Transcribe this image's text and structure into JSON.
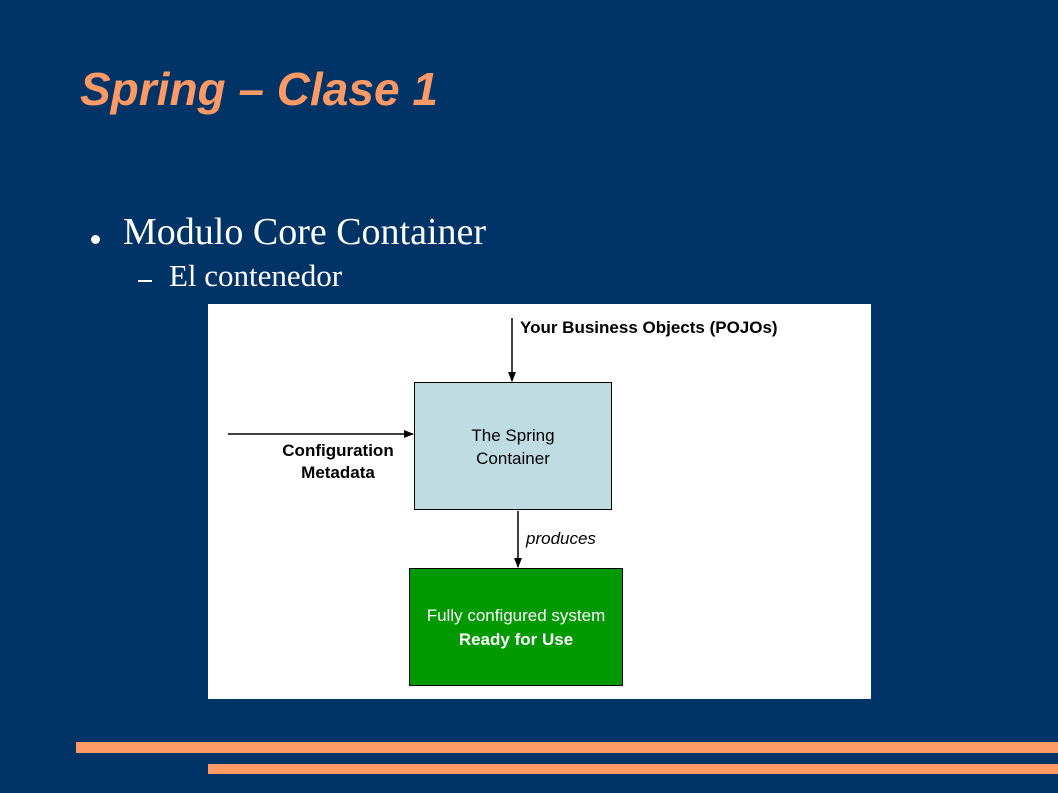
{
  "slide": {
    "title": "Spring – Clase 1",
    "bullet": "Modulo Core Container",
    "subbullet": "El contenedor"
  },
  "diagram": {
    "input_top": "Your Business Objects (POJOs)",
    "input_left_line1": "Configuration",
    "input_left_line2": "Metadata",
    "container_line1": "The Spring",
    "container_line2": "Container",
    "edge_label": "produces",
    "output_line1": "Fully configured system",
    "output_line2": "Ready for Use"
  },
  "colors": {
    "background": "#003366",
    "accent": "#FF9966",
    "container_fill": "#BFDCE3",
    "output_fill": "#009900"
  }
}
